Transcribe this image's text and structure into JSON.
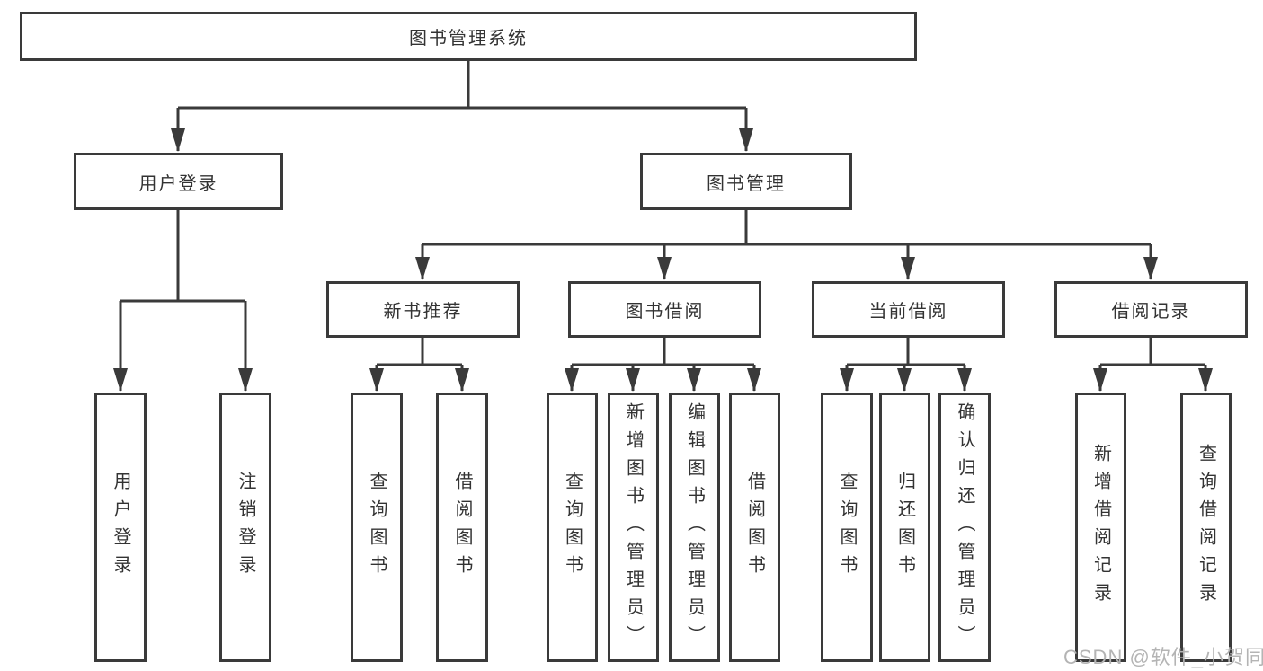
{
  "diagram": {
    "root": {
      "label": "图书管理系统"
    },
    "branches": [
      {
        "label": "用户登录",
        "children": [
          {
            "label": "用户登录"
          },
          {
            "label": "注销登录"
          }
        ]
      },
      {
        "label": "图书管理",
        "children": [
          {
            "label": "新书推荐",
            "children": [
              {
                "label": "查询图书"
              },
              {
                "label": "借阅图书"
              }
            ]
          },
          {
            "label": "图书借阅",
            "children": [
              {
                "label": "查询图书"
              },
              {
                "label": "新增图书（管理员）"
              },
              {
                "label": "编辑图书（管理员）"
              },
              {
                "label": "借阅图书"
              }
            ]
          },
          {
            "label": "当前借阅",
            "children": [
              {
                "label": "查询图书"
              },
              {
                "label": "归还图书"
              },
              {
                "label": "确认归还（管理员）"
              }
            ]
          },
          {
            "label": "借阅记录",
            "children": [
              {
                "label": "新增借阅记录"
              },
              {
                "label": "查询借阅记录"
              }
            ]
          }
        ]
      }
    ]
  },
  "watermark": {
    "text": "CSDN @软件_小贺同学",
    "color": "#b4b4b4"
  },
  "colors": {
    "line": "#3a3a3a",
    "text": "#333333",
    "background": "#ffffff"
  }
}
